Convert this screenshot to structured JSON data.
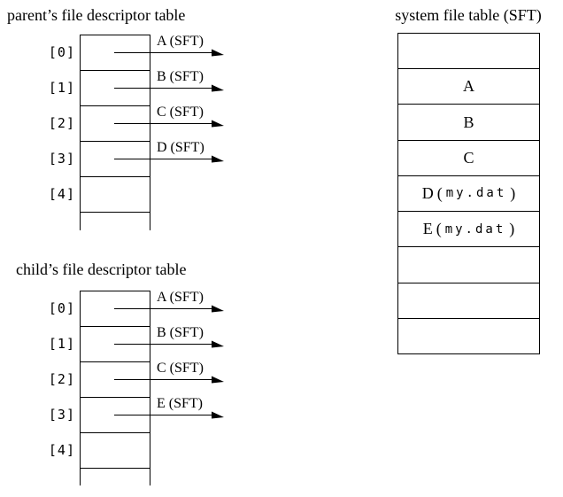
{
  "colors": {
    "ink": "#000000",
    "background": "#ffffff"
  },
  "parent_table": {
    "title": "parent’s file descriptor table",
    "indices": [
      "[0]",
      "[1]",
      "[2]",
      "[3]",
      "[4]"
    ],
    "arrow_labels": [
      "A (SFT)",
      "B (SFT)",
      "C (SFT)",
      "D (SFT)"
    ]
  },
  "child_table": {
    "title": "child’s file descriptor table",
    "indices": [
      "[0]",
      "[1]",
      "[2]",
      "[3]",
      "[4]"
    ],
    "arrow_labels": [
      "A (SFT)",
      "B (SFT)",
      "C (SFT)",
      "E (SFT)"
    ]
  },
  "sft": {
    "title": "system file table (SFT)",
    "rows": [
      {
        "text": ""
      },
      {
        "text": "A"
      },
      {
        "text": "B"
      },
      {
        "text": "C"
      },
      {
        "text": "D",
        "open": "(",
        "file": "my.dat",
        "close": ")"
      },
      {
        "text": "E",
        "open": "(",
        "file": "my.dat",
        "close": ")"
      },
      {
        "text": ""
      },
      {
        "text": ""
      },
      {
        "text": ""
      }
    ]
  }
}
